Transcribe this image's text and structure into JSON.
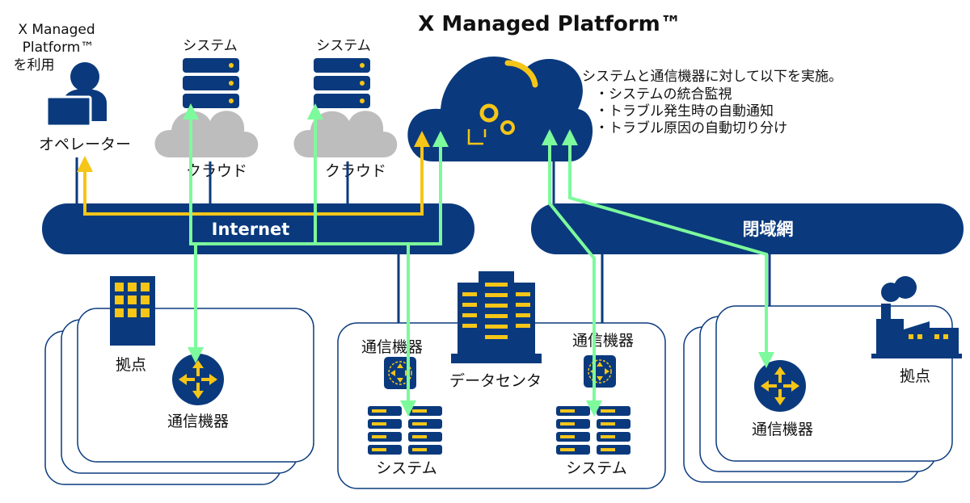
{
  "title": "X Managed Platform™",
  "operator": {
    "caption_lines": [
      "X Managed",
      "Platform™",
      "を利用"
    ],
    "label": "オペレーター"
  },
  "cloud_systems": [
    {
      "system_label": "システム",
      "cloud_label": "クラウド"
    },
    {
      "system_label": "システム",
      "cloud_label": "クラウド"
    }
  ],
  "platform_description": {
    "heading": "システムと通信機器に対して以下を実施。",
    "items": [
      "・システムの統合監視",
      "・トラブル発生時の自動通知",
      "・トラブル原因の自動切り分け"
    ]
  },
  "networks": {
    "internet": "Internet",
    "closed": "閉域網"
  },
  "left_site": {
    "site_label": "拠点",
    "device_label": "通信機器"
  },
  "datacenter": {
    "label": "データセンタ",
    "left_device_label": "通信機器",
    "right_device_label": "通信機器",
    "left_system_label": "システム",
    "right_system_label": "システム"
  },
  "right_site": {
    "site_label": "拠点",
    "device_label": "通信機器"
  },
  "colors": {
    "navy": "#0a3a7d",
    "yellow": "#f5c518",
    "green": "#7dfa9c",
    "cloud_gray": "#bdbdbd",
    "frame": "#0a3a7d"
  }
}
